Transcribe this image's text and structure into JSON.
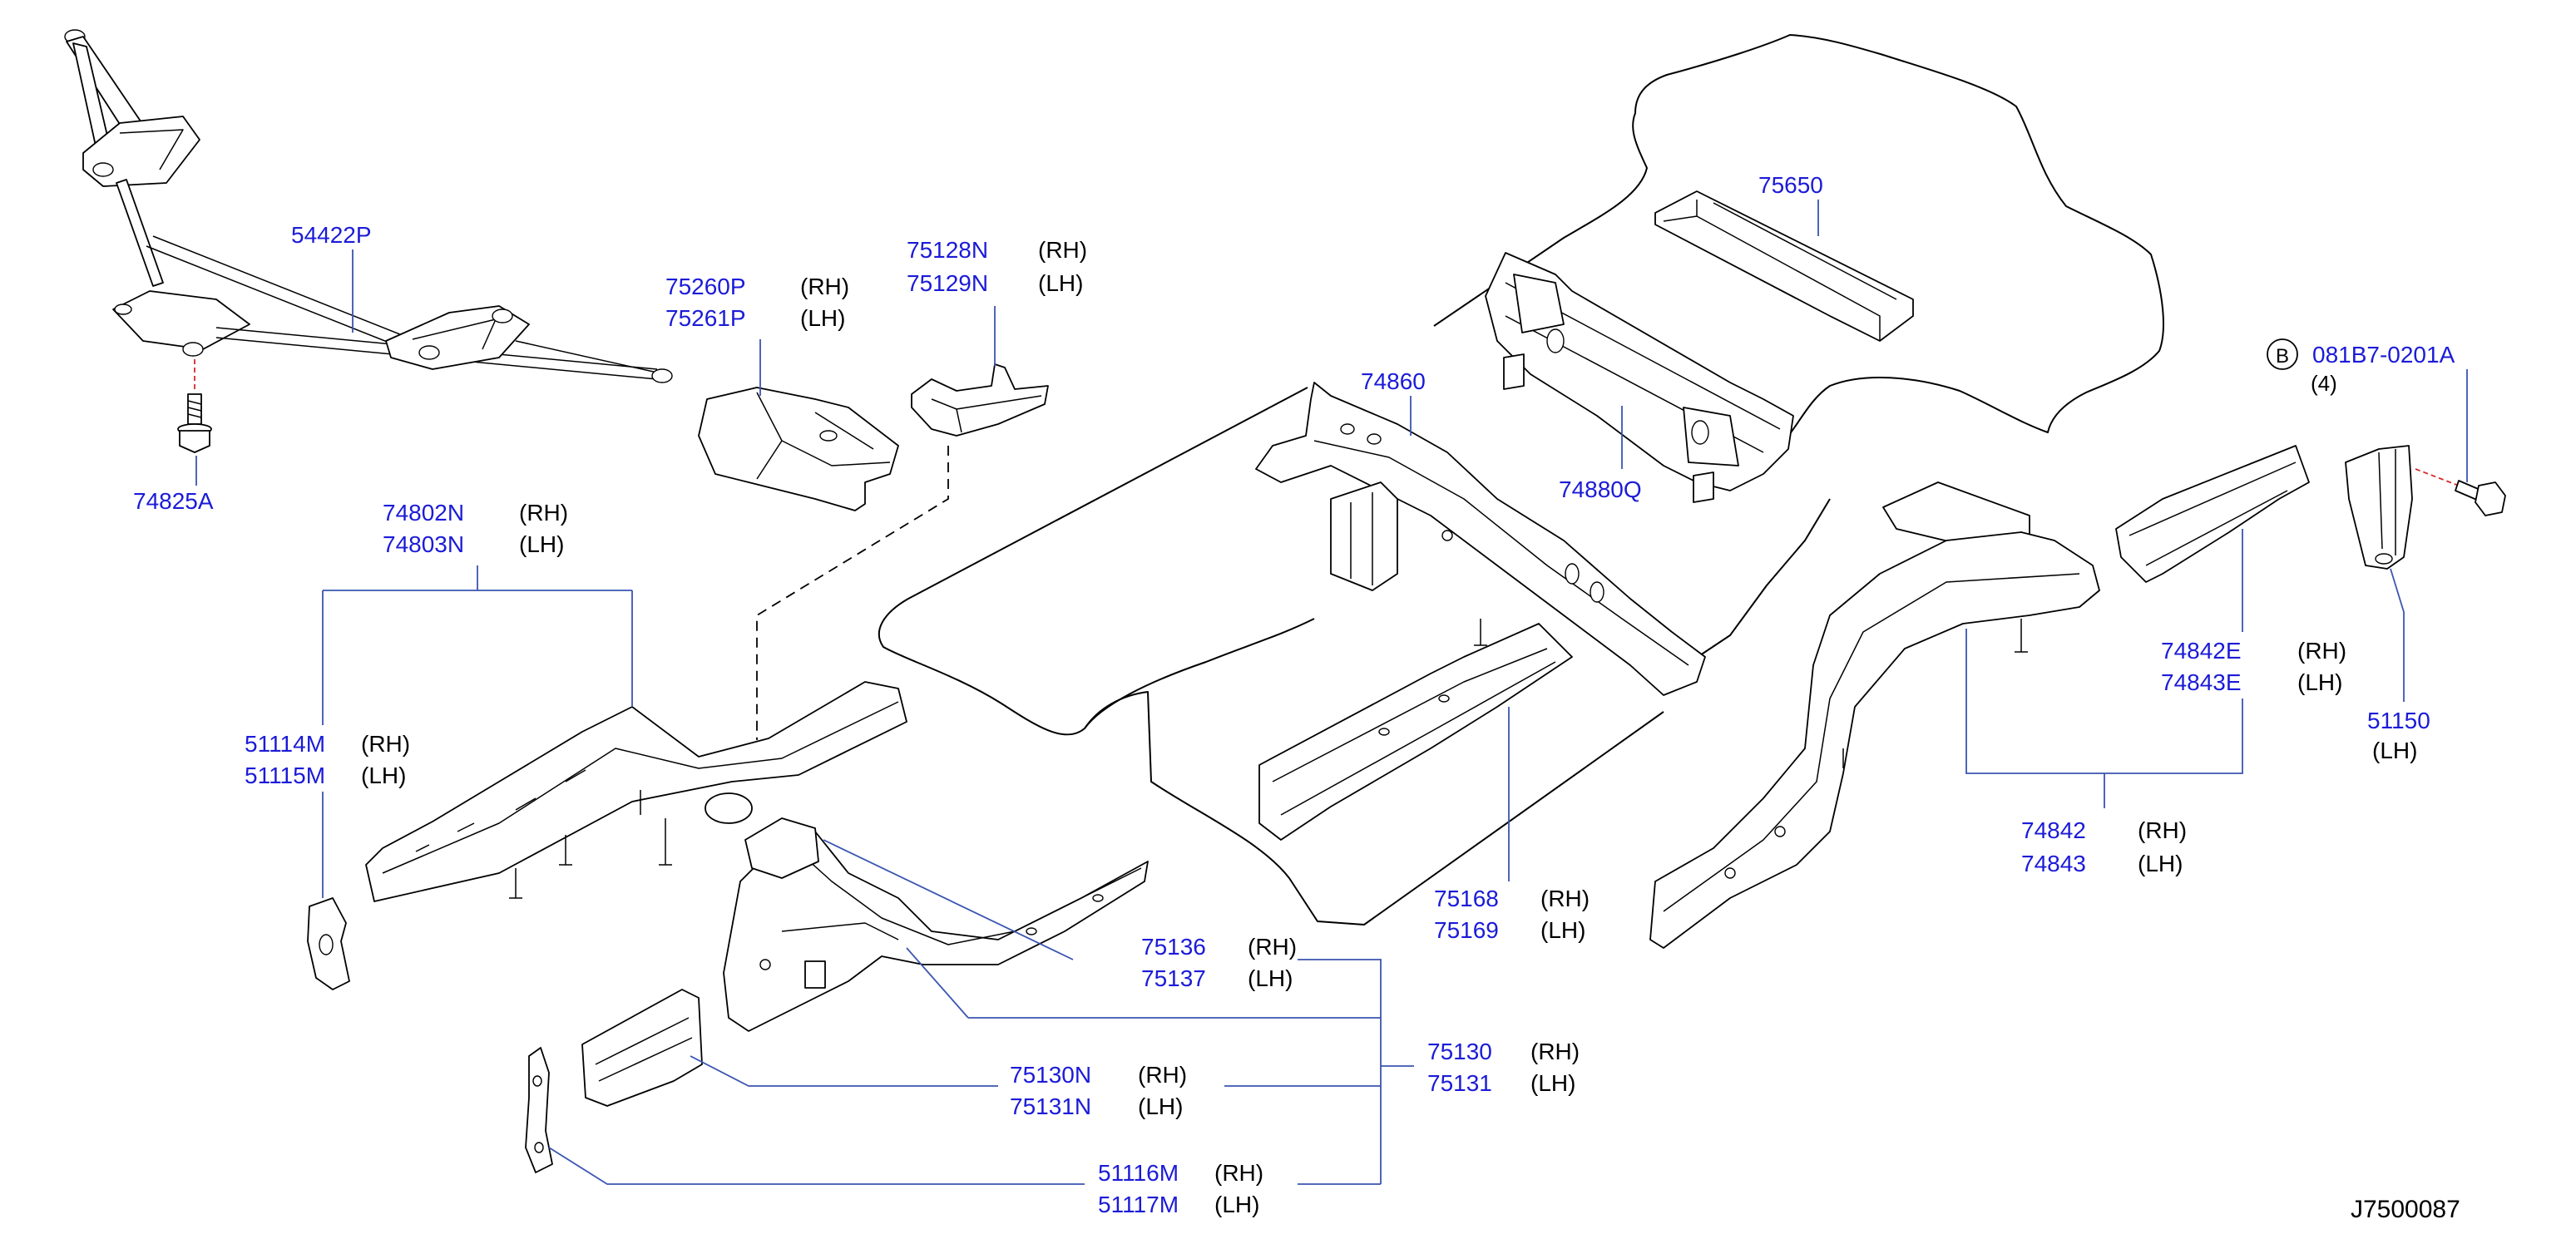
{
  "colors": {
    "callout_text": "#1b1bd8",
    "leader_line": "#3a55b0",
    "fastener_axis": "#d62a2a",
    "outline": "#000000"
  },
  "sides": {
    "rh": "(RH)",
    "lh": "(LH)"
  },
  "callouts": {
    "strut_bar": "54422P",
    "strut_bolt": "74825A",
    "upper_bracket_rh": "75260P",
    "upper_bracket_lh": "75261P",
    "gusset_rh": "75128N",
    "gusset_lh": "75129N",
    "member_ext_rh": "74802N",
    "member_ext_lh": "74803N",
    "side_member_rh": "51114M",
    "side_member_lh": "51115M",
    "rear_crossmember": "75650",
    "center_member": "74860",
    "floor_crossmember": "74880Q",
    "bolt_marker": "B",
    "bolt_b": "081B7-0201A",
    "bolt_b_qty": "(4)",
    "rear_ext_rh": "74842E",
    "rear_ext_lh": "74843E",
    "rear_bracket": "51150",
    "rear_member_rh": "74842",
    "rear_member_lh": "74843",
    "outrigger_rh": "75168",
    "outrigger_lh": "75169",
    "front_ext_rh": "75136",
    "front_ext_lh": "75137",
    "front_member_rh": "75130",
    "front_member_lh": "75131",
    "closing_plate_rh": "75130N",
    "closing_plate_lh": "75131N",
    "end_plate_rh": "51116M",
    "end_plate_lh": "51117M"
  },
  "diagram_code": "J7500087"
}
